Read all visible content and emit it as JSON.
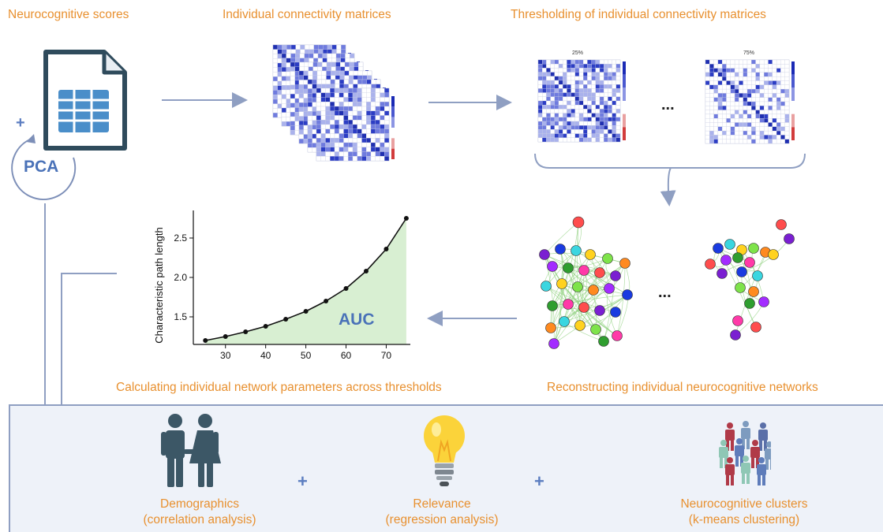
{
  "labels": {
    "neurocognitive_scores": "Neurocognitive scores",
    "individual_connectivity_matrices": "Individual connectivity matrices",
    "thresholding": "Thresholding of individual connectivity matrices",
    "calculating": "Calculating individual network parameters across thresholds",
    "reconstructing": "Reconstructing individual neurocognitive networks",
    "pca": "PCA",
    "plus": "+",
    "ellipsis": "...",
    "threshold_25": "25%",
    "threshold_75": "75%"
  },
  "outputs": [
    {
      "line1": "Demographics",
      "line2": "(correlation analysis)",
      "icon": "couple-icon"
    },
    {
      "line1": "Relevance",
      "line2": "(regression analysis)",
      "icon": "lightbulb-icon"
    },
    {
      "line1": "Neurocognitive clusters",
      "line2": "(k-means clustering)",
      "icon": "people-cluster-icon"
    }
  ],
  "colors": {
    "orange": "#e8902f",
    "arrow": "#8f9fc2",
    "blue_text": "#4a72b8",
    "panel_bg": "#eef2f9",
    "area_fill": "#d8efd2"
  },
  "chart_data": {
    "type": "line",
    "x": [
      25,
      30,
      35,
      40,
      45,
      50,
      55,
      60,
      65,
      70,
      75
    ],
    "y": [
      1.2,
      1.25,
      1.31,
      1.38,
      1.47,
      1.57,
      1.7,
      1.86,
      2.08,
      2.36,
      2.75
    ],
    "xticks": [
      30,
      40,
      50,
      60,
      70
    ],
    "yticks": [
      1.5,
      2.0,
      2.5
    ],
    "ytick_labels": [
      "1.5",
      "2.0",
      "2.5"
    ],
    "xlim": [
      22,
      76
    ],
    "ylim": [
      1.15,
      2.85
    ],
    "xlabel": "",
    "ylabel": "Characteristic path length",
    "annotation": "AUC",
    "fill_under": true
  }
}
